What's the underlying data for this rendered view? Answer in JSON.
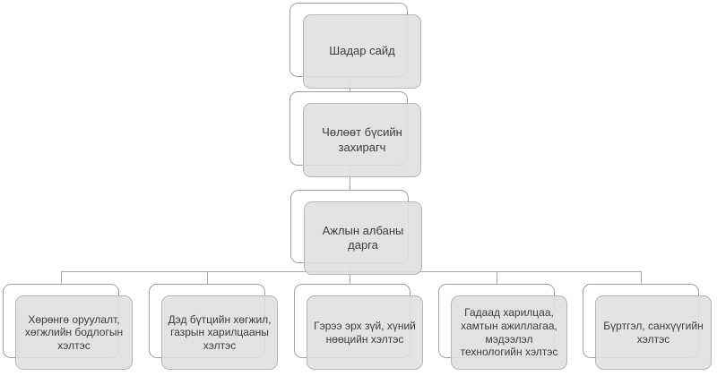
{
  "org_chart": {
    "type": "hierarchy",
    "nodes": {
      "level1": {
        "label": "Шадар сайд"
      },
      "level2": {
        "label": "Чөлөөт бүсийн захирагч"
      },
      "level3": {
        "label": "Ажлын албаны дарга"
      }
    },
    "departments": [
      {
        "label": "Хөрөнгө оруулалт, хөгжлийн бодлогын хэлтэс"
      },
      {
        "label": "Дэд бүтцийн хөгжил, газрын харилцааны хэлтэс"
      },
      {
        "label": "Гэрээ эрх зүй, хүний нөөцийн хэлтэс"
      },
      {
        "label": "Гадаад харилцаа, хамтын ажиллагаа, мэдээлэл технологийн хэлтэс"
      },
      {
        "label": "Бүртгэл, санхүүгийн хэлтэс"
      }
    ],
    "colors": {
      "node_fill": "rgba(224,224,224,0.9)",
      "node_back_fill": "#ffffff",
      "node_border": "#b6b6b6",
      "node_back_border": "#a1a1a1",
      "connector": "#a8a8a8",
      "text": "#3d3d3d",
      "background": "#ffffff"
    }
  }
}
